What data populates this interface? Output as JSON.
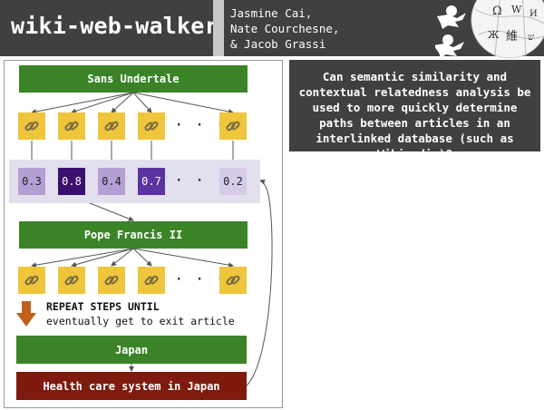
{
  "header": {
    "title": "wiki-web-walker",
    "authors": [
      "Jasmine Cai,",
      "Nate Courchesne,",
      "& Jacob Grassi"
    ]
  },
  "question": "Can semantic similarity and contextual relatedness analysis be used to more quickly determine paths between articles in an interlinked database (such as Wikipedia)?",
  "diagram": {
    "start_article": "Sans Undertale",
    "scores": [
      {
        "value": "0.3",
        "color": "#b39fd4",
        "text_color": "#222222"
      },
      {
        "value": "0.8",
        "color": "#3a0f6d",
        "text_color": "#ffffff"
      },
      {
        "value": "0.4",
        "color": "#b39fd4",
        "text_color": "#222222"
      },
      {
        "value": "0.7",
        "color": "#5a34a0",
        "text_color": "#ffffff"
      },
      {
        "value": "0.2",
        "color": "#d6cce8",
        "text_color": "#222222"
      }
    ],
    "dots": "· · ·",
    "second_article": "Pope Francis II",
    "repeat_title": "REPEAT STEPS UNTIL",
    "repeat_subtitle": "eventually get to exit article",
    "penultimate_article": "Japan",
    "exit_article": "Health care system in Japan"
  },
  "colors": {
    "header_bg": "#404040",
    "article_green": "#3a8427",
    "exit_red": "#7f1a0f",
    "link_yellow": "#eec53b",
    "score_band": "#e2dfee",
    "arrow_orange": "#c0601a"
  },
  "icons": [
    "wikipedia-globe-icon",
    "chain-link-icon",
    "down-arrow-icon"
  ]
}
